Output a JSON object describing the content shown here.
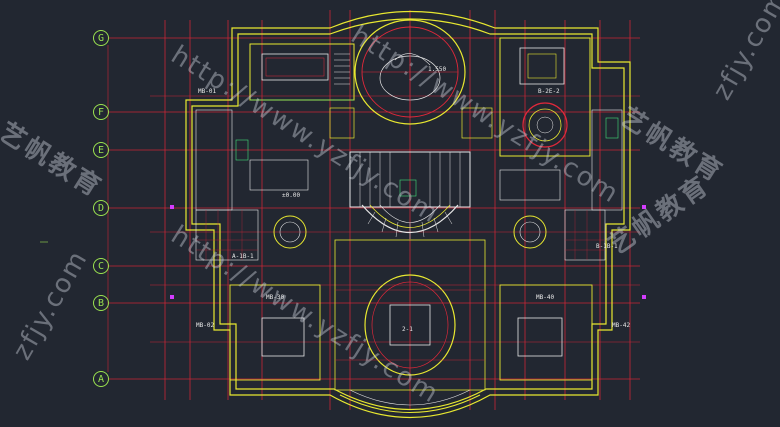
{
  "grid_axes": [
    "G",
    "F",
    "E",
    "D",
    "C",
    "B",
    "A"
  ],
  "room_tags": {
    "upper_right": "B-2E-2",
    "upper_left": "MB-01",
    "mid_left": "A-1B-1",
    "mid_right": "B-1B-1",
    "lower_left_a": "MB-30",
    "lower_left_b": "MB-02",
    "lower_right_a": "MB-40",
    "lower_right_b": "MB-42",
    "center_hall": "2-1",
    "dimension": "1.550",
    "level": "±0.00"
  },
  "watermarks": {
    "url_main": "http://www.yzfjy.com",
    "url_short": "zfjy.com",
    "brand": "艺帆教育",
    "brand_left": "艺帆教育"
  },
  "colors": {
    "background": "#222731",
    "red_lines": "#e0283a",
    "yellow_lines": "#e8e830",
    "green_text": "#9be24f",
    "white_lines": "#e6e6e6"
  }
}
